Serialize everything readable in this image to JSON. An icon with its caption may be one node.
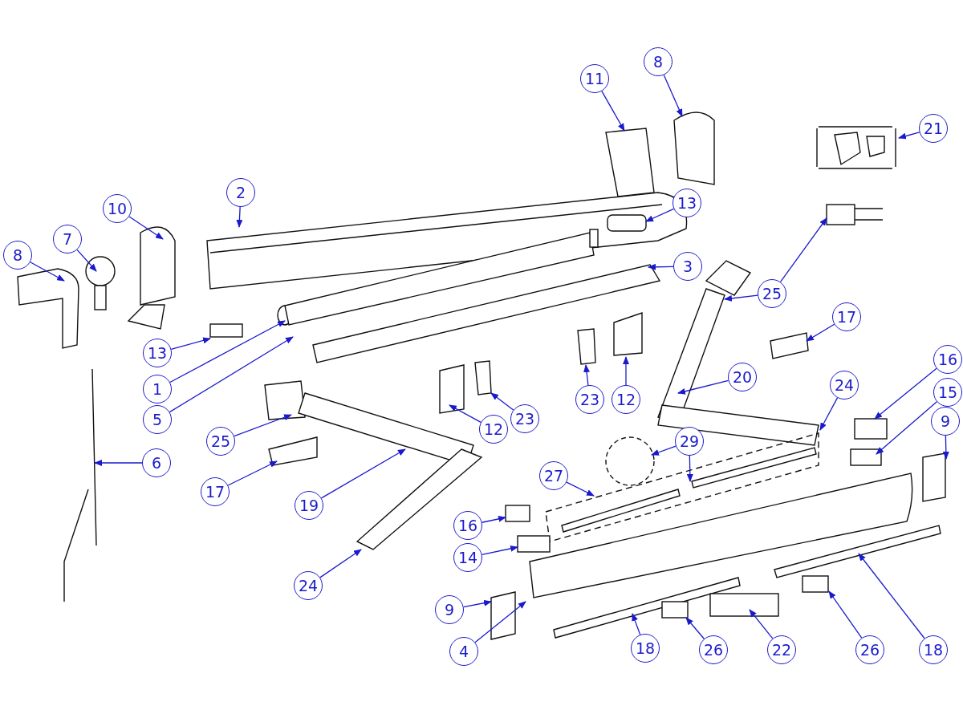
{
  "diagram": {
    "nodes": [
      {
        "text": [
          "8"
        ]
      },
      {
        "text": [
          "11"
        ]
      },
      {
        "text": [
          "21"
        ]
      },
      {
        "text": [
          "2"
        ]
      },
      {
        "text": [
          "13"
        ]
      },
      {
        "text": [
          "10"
        ]
      },
      {
        "text": [
          "7"
        ]
      },
      {
        "text": [
          "8"
        ]
      },
      {
        "text": [
          "3"
        ]
      },
      {
        "text": [
          "25"
        ]
      },
      {
        "text": [
          "17"
        ]
      },
      {
        "text": [
          "13"
        ]
      },
      {
        "text": [
          "16"
        ]
      },
      {
        "text": [
          "1"
        ]
      },
      {
        "text": [
          "20"
        ]
      },
      {
        "text": [
          "24"
        ]
      },
      {
        "text": [
          "15"
        ]
      },
      {
        "text": [
          "23"
        ]
      },
      {
        "text": [
          "12"
        ]
      },
      {
        "text": [
          "5"
        ]
      },
      {
        "text": [
          "9"
        ]
      },
      {
        "text": [
          "23"
        ]
      },
      {
        "text": [
          "12"
        ]
      },
      {
        "text": [
          "29"
        ]
      },
      {
        "text": [
          "25"
        ]
      },
      {
        "text": [
          "6"
        ]
      },
      {
        "text": [
          "27"
        ]
      },
      {
        "text": [
          "17"
        ]
      },
      {
        "text": [
          "19"
        ]
      },
      {
        "text": [
          "16"
        ]
      },
      {
        "text": [
          "14"
        ]
      },
      {
        "text": [
          "24"
        ]
      },
      {
        "text": [
          "9"
        ]
      },
      {
        "text": [
          "4"
        ]
      },
      {
        "text": [
          "18"
        ]
      },
      {
        "text": [
          "26"
        ]
      },
      {
        "text": [
          "22"
        ]
      },
      {
        "text": [
          "26"
        ]
      },
      {
        "text": [
          "18"
        ]
      }
    ],
    "edges": [
      {
        "from": 0,
        "to": null,
        "arrow": "to"
      },
      {
        "from": 1,
        "to": null,
        "arrow": "to"
      },
      {
        "from": 2,
        "to": null,
        "arrow": "to"
      },
      {
        "from": 3,
        "to": null,
        "arrow": "to"
      },
      {
        "from": 4,
        "to": null,
        "arrow": "to"
      },
      {
        "from": 5,
        "to": null,
        "arrow": "to"
      },
      {
        "from": 6,
        "to": null,
        "arrow": "to"
      },
      {
        "from": 7,
        "to": null,
        "arrow": "to"
      },
      {
        "from": 8,
        "to": null,
        "arrow": "to"
      },
      {
        "from": 9,
        "to": null,
        "arrow": "to"
      },
      {
        "from": 9,
        "to": null,
        "arrow": "to"
      },
      {
        "from": 10,
        "to": null,
        "arrow": "to"
      },
      {
        "from": 11,
        "to": null,
        "arrow": "to"
      },
      {
        "from": 12,
        "to": null,
        "arrow": "to"
      },
      {
        "from": 13,
        "to": null,
        "arrow": "to"
      },
      {
        "from": 14,
        "to": null,
        "arrow": "to"
      },
      {
        "from": 15,
        "to": null,
        "arrow": "to"
      },
      {
        "from": 16,
        "to": null,
        "arrow": "to"
      },
      {
        "from": 17,
        "to": null,
        "arrow": "to"
      },
      {
        "from": 18,
        "to": null,
        "arrow": "to"
      },
      {
        "from": 19,
        "to": null,
        "arrow": "to"
      },
      {
        "from": 20,
        "to": null,
        "arrow": "to"
      },
      {
        "from": 21,
        "to": null,
        "arrow": "to"
      },
      {
        "from": 22,
        "to": null,
        "arrow": "to"
      },
      {
        "from": 23,
        "to": null,
        "arrow": "to"
      },
      {
        "from": 23,
        "to": null,
        "arrow": "to"
      },
      {
        "from": 24,
        "to": null,
        "arrow": "to"
      },
      {
        "from": 25,
        "to": null,
        "arrow": "to"
      },
      {
        "from": 26,
        "to": null,
        "arrow": "to"
      },
      {
        "from": 27,
        "to": null,
        "arrow": "to"
      },
      {
        "from": 28,
        "to": null,
        "arrow": "to"
      },
      {
        "from": 29,
        "to": null,
        "arrow": "to"
      },
      {
        "from": 30,
        "to": null,
        "arrow": "to"
      },
      {
        "from": 31,
        "to": null,
        "arrow": "to"
      },
      {
        "from": 32,
        "to": null,
        "arrow": "to"
      },
      {
        "from": 33,
        "to": null,
        "arrow": "to"
      },
      {
        "from": 34,
        "to": null,
        "arrow": "to"
      },
      {
        "from": 35,
        "to": null,
        "arrow": "to"
      },
      {
        "from": 36,
        "to": null,
        "arrow": "to"
      },
      {
        "from": 37,
        "to": null,
        "arrow": "to"
      },
      {
        "from": 38,
        "to": null,
        "arrow": "to"
      }
    ]
  }
}
